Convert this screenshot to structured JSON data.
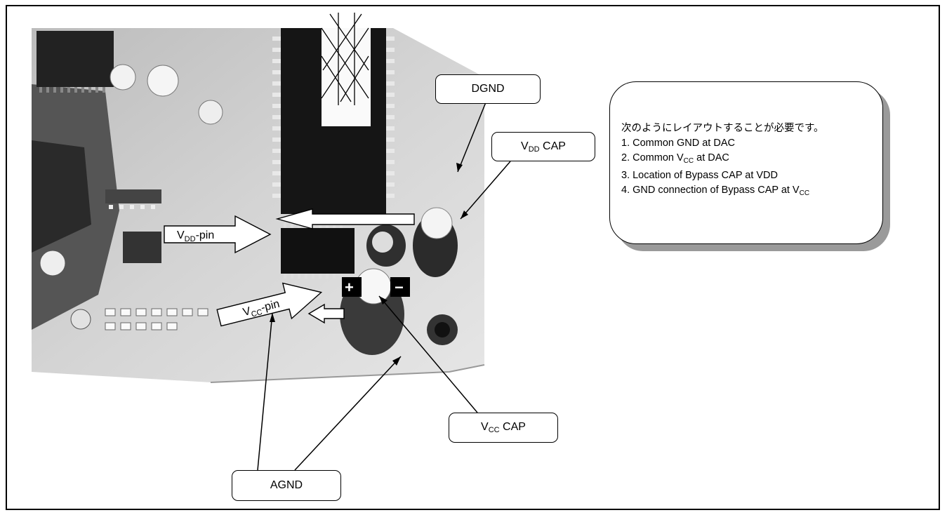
{
  "labels": {
    "dgnd": "DGND",
    "vdd_cap_main": "V",
    "vdd_cap_sub": "DD",
    "vdd_cap_tail": " CAP",
    "vcc_cap_main": "V",
    "vcc_cap_sub": "CC",
    "vcc_cap_tail": " CAP",
    "agnd": "AGND"
  },
  "pin_arrows": {
    "vdd_pin_main": "V",
    "vdd_pin_sub": "DD",
    "vdd_pin_tail": "-pin",
    "vcc_pin_main": "V",
    "vcc_pin_sub": "CC",
    "vcc_pin_tail": "-pin"
  },
  "polarity": {
    "plus": "+",
    "minus": "−"
  },
  "note": {
    "heading": "次のようにレイアウトすることが必要です。",
    "item1": "1. Common GND at DAC",
    "item2_main": "2. Common V",
    "item2_sub": "CC",
    "item2_tail": " at DAC",
    "item3": "3. Location of Bypass CAP at VDD",
    "item4_main": "4. GND connection of Bypass CAP at V",
    "item4_sub": "CC"
  }
}
